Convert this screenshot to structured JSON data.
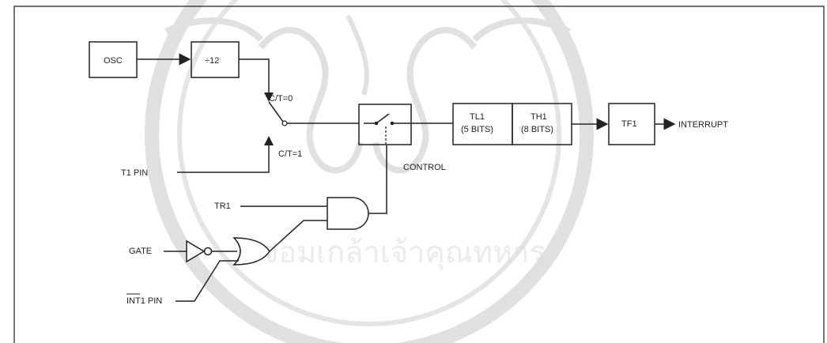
{
  "diagram": {
    "blocks": {
      "osc": "OSC",
      "divider": "÷12",
      "tl1_line1": "TL1",
      "tl1_line2": "(5 BITS)",
      "th1_line1": "TH1",
      "th1_line2": "(8 BITS)",
      "tf1": "TF1"
    },
    "labels": {
      "ct0": "C/T=0",
      "ct1": "C/T=1",
      "t1pin": "T1 PIN",
      "control": "CONTROL",
      "tr1": "TR1",
      "gate": "GATE",
      "int1pin": "INT1 PIN",
      "interrupt": "INTERRUPT"
    }
  },
  "watermark": {
    "text": "จอมเกล้าเจ้าคุณทหาร",
    "color": "#bdbdbd",
    "description_name": "university-seal-watermark"
  },
  "colors": {
    "line": "#222222",
    "frame": "#444444",
    "background": "#ffffff"
  }
}
